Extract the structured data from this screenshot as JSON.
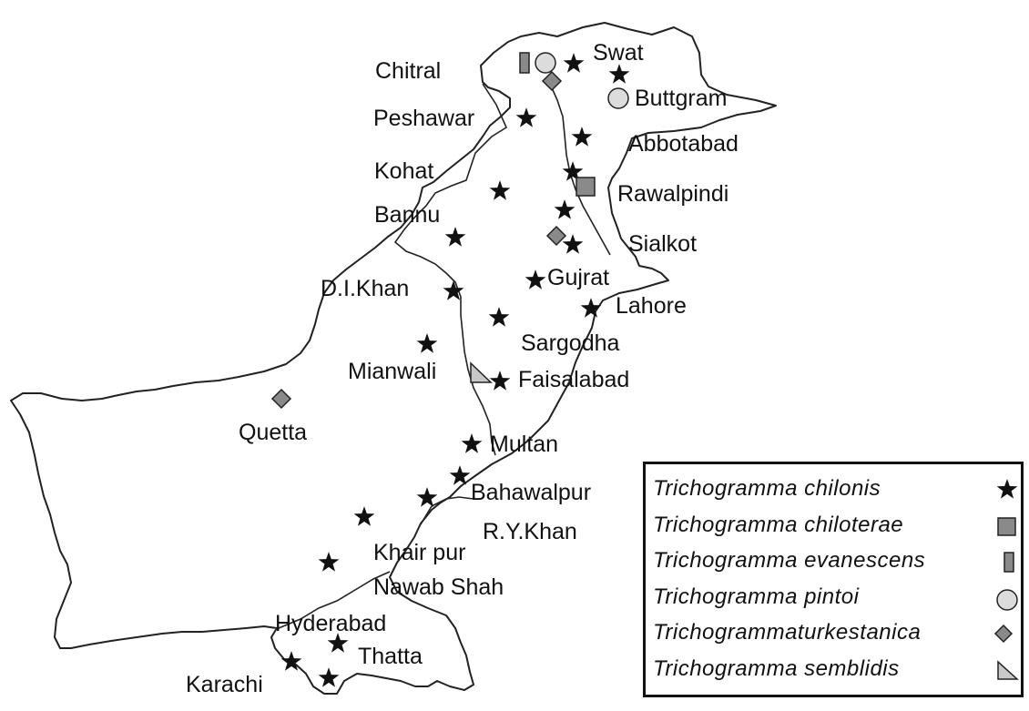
{
  "map": {
    "colors": {
      "border": "#222222",
      "star": "#111111",
      "marker_fill": "#8a8a8a",
      "marker_light": "#dcdcdc",
      "marker_stroke": "#222222"
    },
    "cities": [
      {
        "id": "chitral",
        "label": "Chitral"
      },
      {
        "id": "swat",
        "label": "Swat"
      },
      {
        "id": "buttgram",
        "label": "Buttgram"
      },
      {
        "id": "peshawar",
        "label": "Peshawar"
      },
      {
        "id": "abbotabad",
        "label": "Abbotabad"
      },
      {
        "id": "kohat",
        "label": "Kohat"
      },
      {
        "id": "rawalpindi",
        "label": "Rawalpindi"
      },
      {
        "id": "bannu",
        "label": "Bannu"
      },
      {
        "id": "sialkot",
        "label": "Sialkot"
      },
      {
        "id": "gujrat",
        "label": "Gujrat"
      },
      {
        "id": "dikhan",
        "label": "D.I.Khan"
      },
      {
        "id": "lahore",
        "label": "Lahore"
      },
      {
        "id": "sargodha",
        "label": "Sargodha"
      },
      {
        "id": "mianwali",
        "label": "Mianwali"
      },
      {
        "id": "faisalabad",
        "label": "Faisalabad"
      },
      {
        "id": "quetta",
        "label": "Quetta"
      },
      {
        "id": "multan",
        "label": "Multan"
      },
      {
        "id": "bahawalpur",
        "label": "Bahawalpur"
      },
      {
        "id": "rykhan",
        "label": "R.Y.Khan"
      },
      {
        "id": "khairpur",
        "label": "Khair pur"
      },
      {
        "id": "nawabshah",
        "label": "Nawab Shah"
      },
      {
        "id": "hyderabad",
        "label": "Hyderabad"
      },
      {
        "id": "karachi",
        "label": "Karachi"
      },
      {
        "id": "thatta",
        "label": "Thatta"
      }
    ]
  },
  "legend": {
    "items": [
      {
        "label": "Trichogramma chilonis",
        "symbol": "star"
      },
      {
        "label": "Trichogramma chiloterae",
        "symbol": "square"
      },
      {
        "label": "Trichogramma evanescens",
        "symbol": "rectangle"
      },
      {
        "label": "Trichogramma pintoi",
        "symbol": "circle"
      },
      {
        "label": "Trichogrammaturkestanica",
        "symbol": "diamond"
      },
      {
        "label": "Trichogramma semblidis",
        "symbol": "triangle"
      }
    ]
  }
}
